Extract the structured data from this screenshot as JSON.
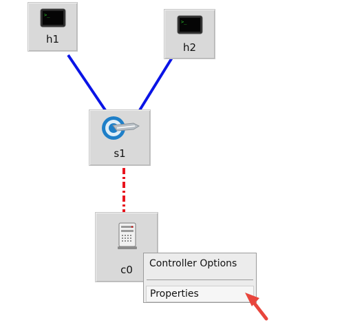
{
  "nodes": {
    "h1": {
      "label": "h1",
      "icon": "terminal-icon"
    },
    "h2": {
      "label": "h2",
      "icon": "terminal-icon"
    },
    "s1": {
      "label": "s1",
      "icon": "switch-icon"
    },
    "c0": {
      "label": "c0",
      "icon": "server-icon"
    }
  },
  "links": [
    {
      "from": "h1",
      "to": "s1",
      "style": "solid",
      "color": "#0a14e6"
    },
    {
      "from": "h2",
      "to": "s1",
      "style": "solid",
      "color": "#0a14e6"
    },
    {
      "from": "s1",
      "to": "c0",
      "style": "dashed",
      "color": "#e8141e"
    }
  ],
  "context_menu": {
    "items": [
      "Controller Options",
      "Properties"
    ]
  },
  "annotation": {
    "icon": "arrow-icon",
    "color": "#e8453c"
  }
}
